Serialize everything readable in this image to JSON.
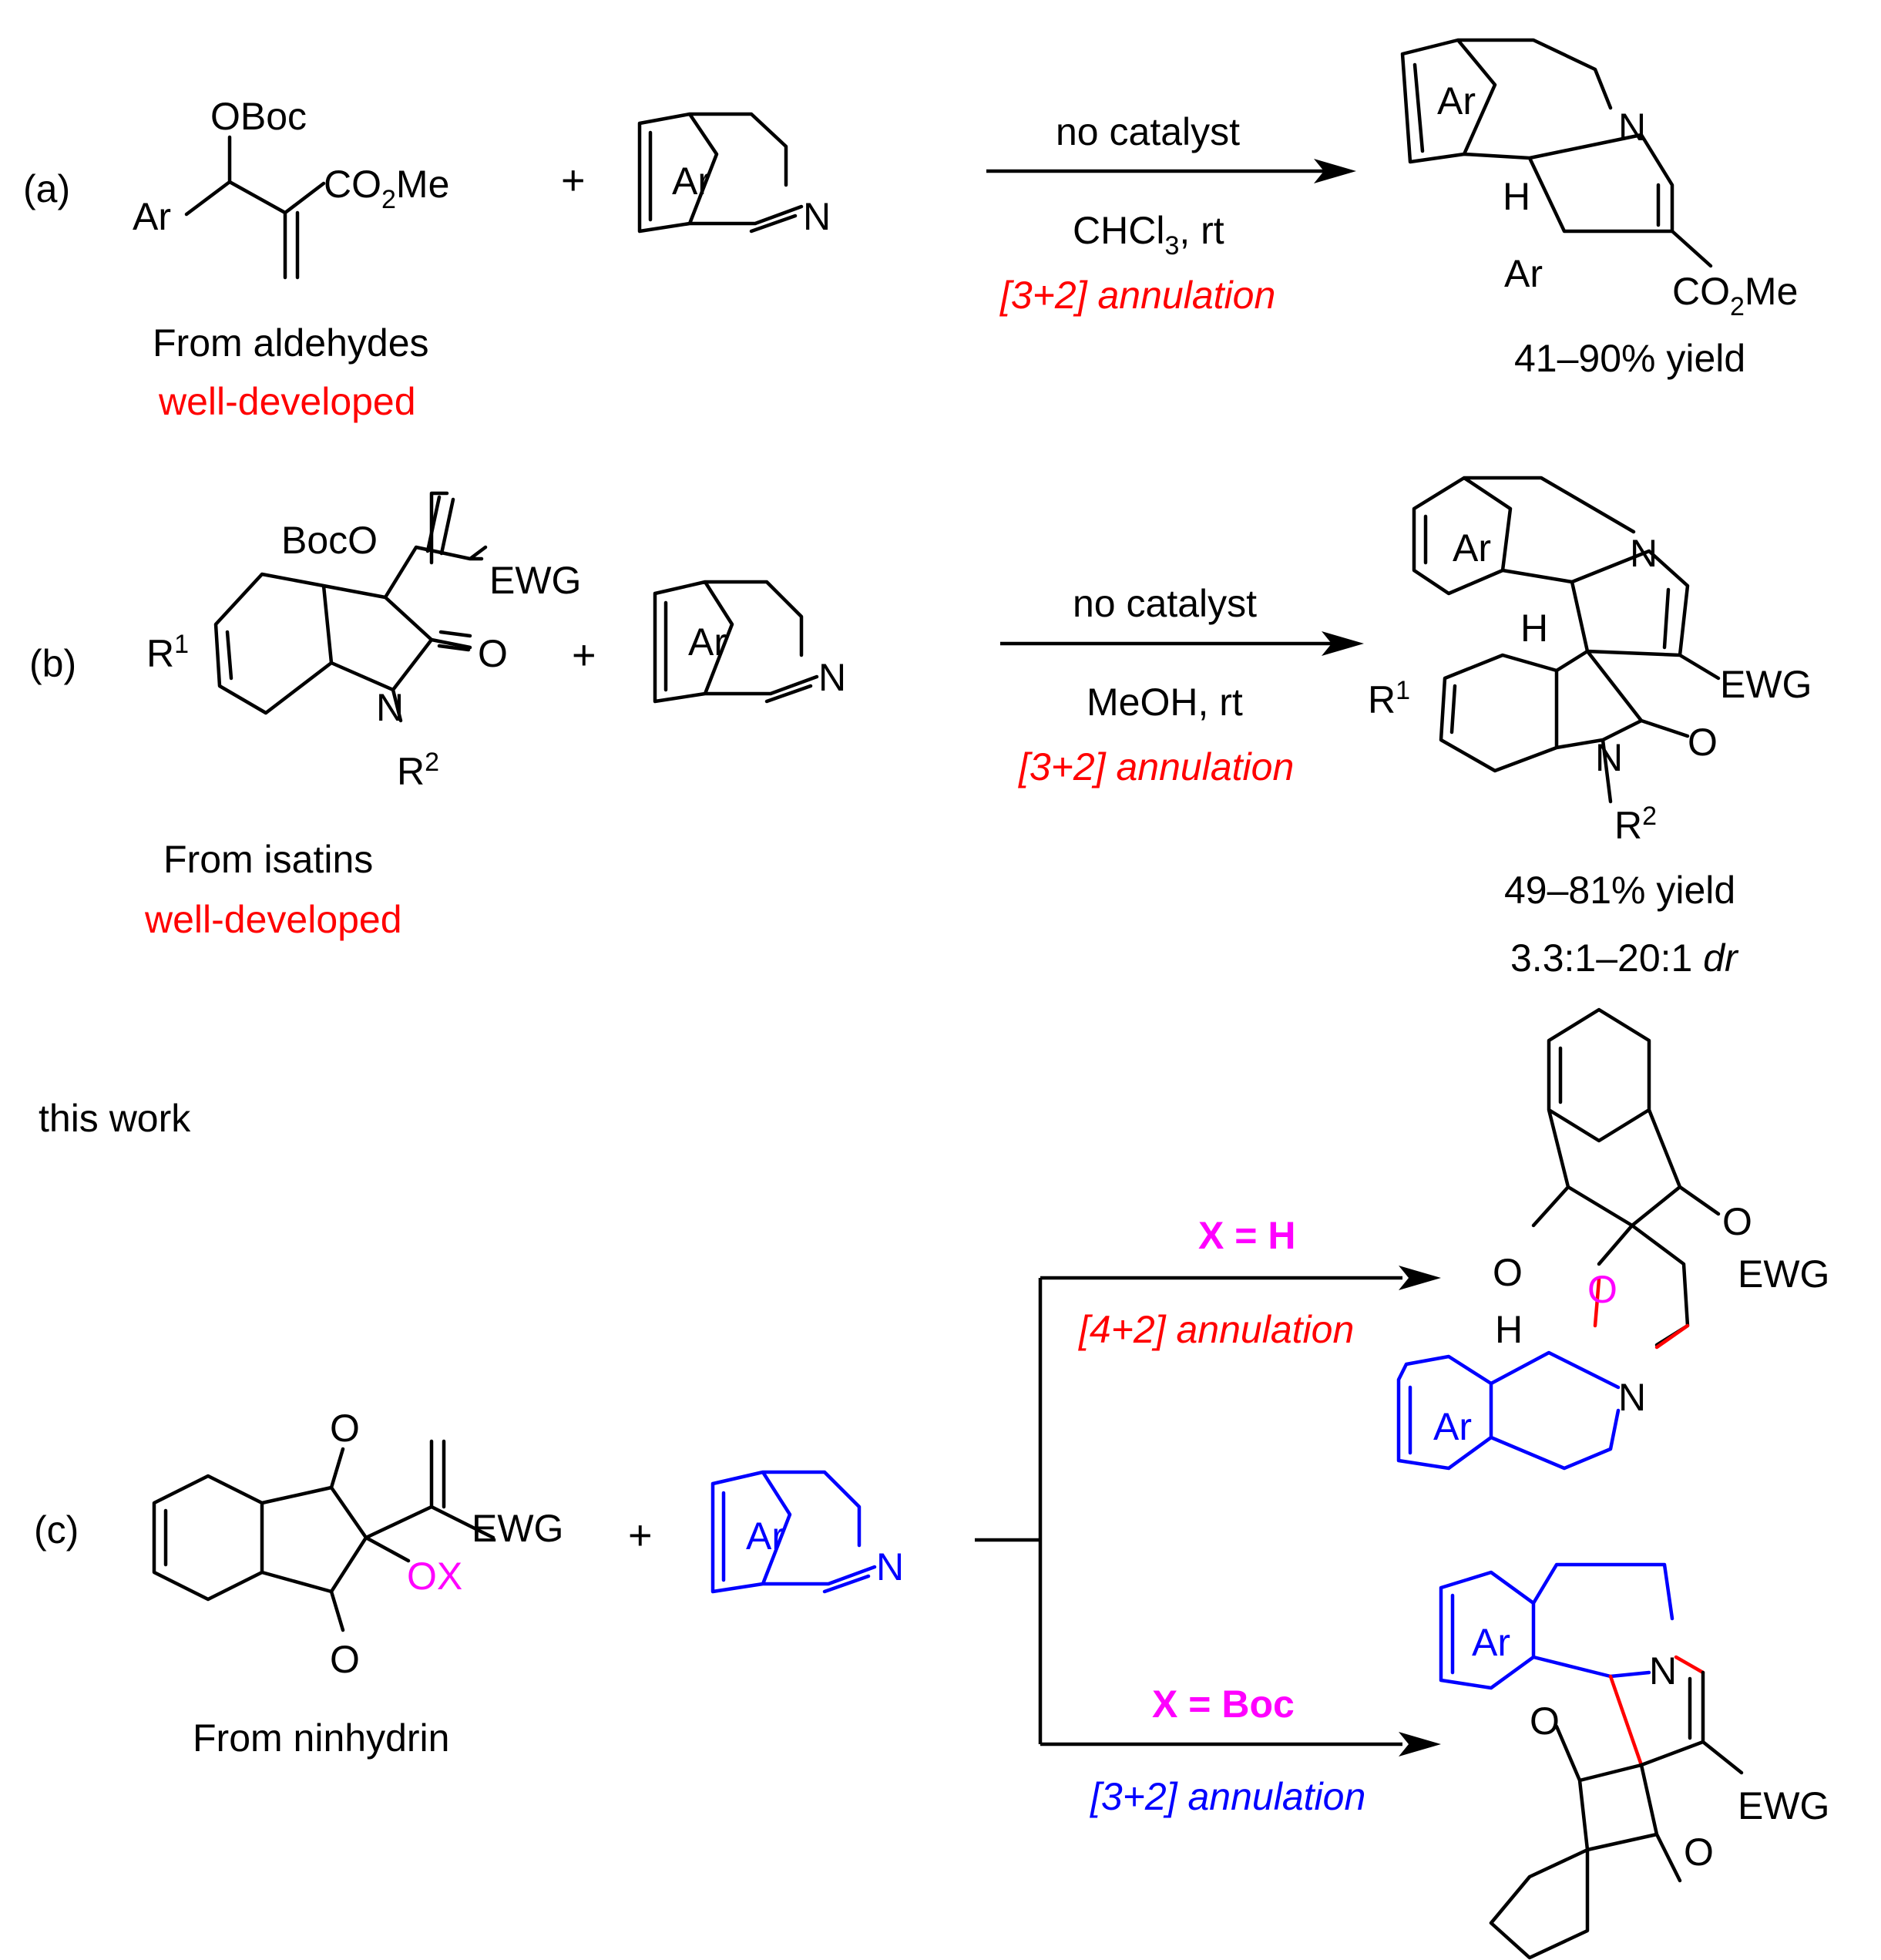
{
  "colors": {
    "black": "#000000",
    "red": "#ff0000",
    "blue": "#0000ff",
    "magenta": "#ff00ff"
  },
  "panel_a": {
    "label": "(a)",
    "substrate": {
      "oboc": "OBoc",
      "ar": "Ar",
      "co2me": "CO",
      "co2me_sub": "2",
      "co2me_tail": "Me"
    },
    "plus": "+",
    "imine": {
      "ar": "Ar",
      "n": "N"
    },
    "arrow_top": "no catalyst",
    "arrow_bottom_main": "CHCl",
    "arrow_bottom_sub": "3",
    "arrow_bottom_tail": ", rt",
    "annulation": "[3+2] annulation",
    "product": {
      "ar_ring": "Ar",
      "n": "N",
      "h": "H",
      "ar_sub": "Ar",
      "co2me": "CO",
      "co2me_sub": "2",
      "co2me_tail": "Me"
    },
    "yield": "41–90% yield",
    "source": "From aldehydes",
    "status": "well-developed"
  },
  "panel_b": {
    "label": "(b)",
    "substrate": {
      "boco": "BocO",
      "ewg": "EWG",
      "r1": "R",
      "r1_sup": "1",
      "o": "O",
      "n": "N",
      "r2": "R",
      "r2_sup": "2"
    },
    "plus": "+",
    "imine": {
      "ar": "Ar",
      "n": "N"
    },
    "arrow_top": "no catalyst",
    "arrow_bottom": "MeOH, rt",
    "annulation": "[3+2] annulation",
    "product": {
      "ar": "Ar",
      "n": "N",
      "h": "H",
      "ewg": "EWG",
      "r1": "R",
      "r1_sup": "1",
      "n2": "N",
      "o": "O",
      "r2": "R",
      "r2_sup": "2"
    },
    "yield": "49–81% yield",
    "dr_value": "3.3:1–20:1 ",
    "dr_label": "dr",
    "source": "From isatins",
    "status": "well-developed"
  },
  "panel_c": {
    "heading": "this work",
    "label": "(c)",
    "substrate": {
      "o_top": "O",
      "o_bottom": "O",
      "ewg": "EWG",
      "ox": "OX"
    },
    "plus": "+",
    "imine": {
      "ar": "Ar",
      "n": "N"
    },
    "source": "From ninhydrin",
    "upper": {
      "condition": "X = H",
      "annulation": "[4+2] annulation",
      "product": {
        "o1": "O",
        "o2": "O",
        "o_ring": "O",
        "ewg": "EWG",
        "h": "H",
        "n": "N",
        "ar": "Ar"
      }
    },
    "lower": {
      "condition": "X = Boc",
      "annulation": "[3+2] annulation",
      "product": {
        "ar": "Ar",
        "n": "N",
        "ewg": "EWG",
        "o1": "O",
        "o2": "O"
      }
    }
  }
}
